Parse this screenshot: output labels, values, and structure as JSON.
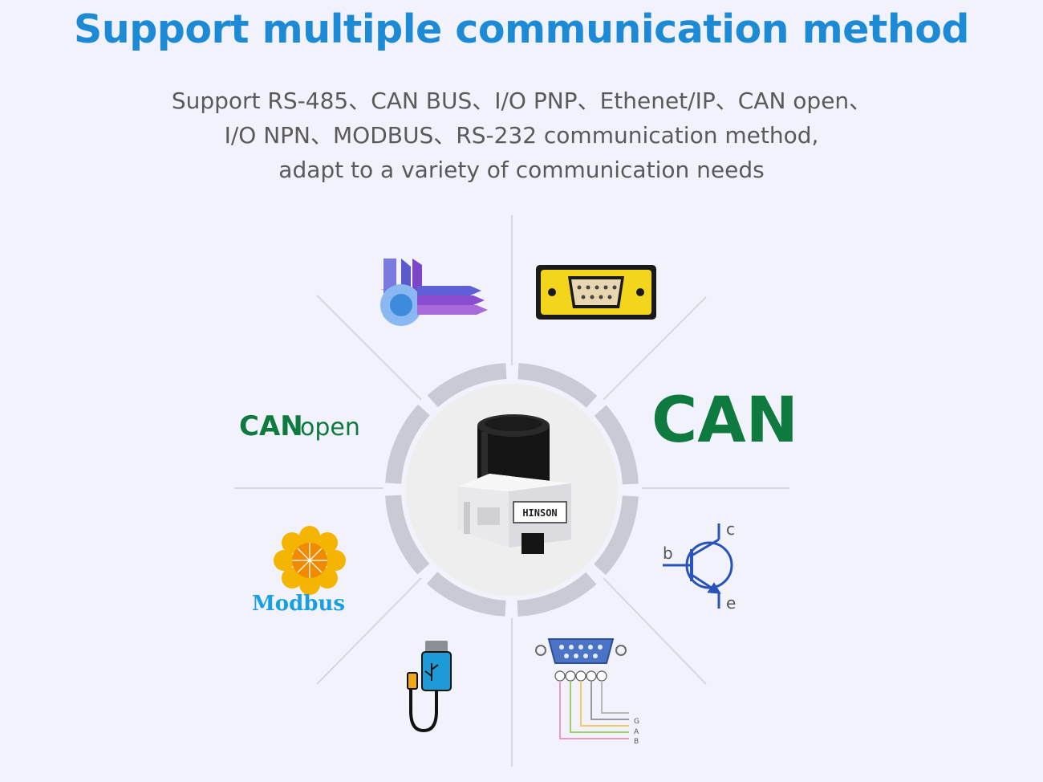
{
  "header": {
    "title": "Support multiple communication method",
    "description_lines": [
      "Support RS-485、CAN BUS、I/O PNP、Ethenet/IP、CAN open、",
      "I/O NPN、MODBUS、RS-232 communication method,",
      "adapt to a variety of communication needs"
    ]
  },
  "device": {
    "brand": "HINSON"
  },
  "protocols": {
    "canopen": {
      "bold": "CAN",
      "light": "open"
    },
    "can": {
      "label": "CAN"
    },
    "modbus": {
      "label": "Modbus"
    },
    "transistor": {
      "base": "b",
      "collector": "c",
      "emitter": "e"
    },
    "rs485_pins": [
      "G",
      "A",
      "B"
    ]
  },
  "colors": {
    "title": "#1d8ad6",
    "can_green": "#0f7a3f",
    "modbus_blue": "#1aa0e0",
    "modbus_yellow": "#f5b400",
    "ring_gray": "#c9cad3",
    "line_gray": "#d6d7df",
    "transistor_blue": "#2a53b8"
  }
}
